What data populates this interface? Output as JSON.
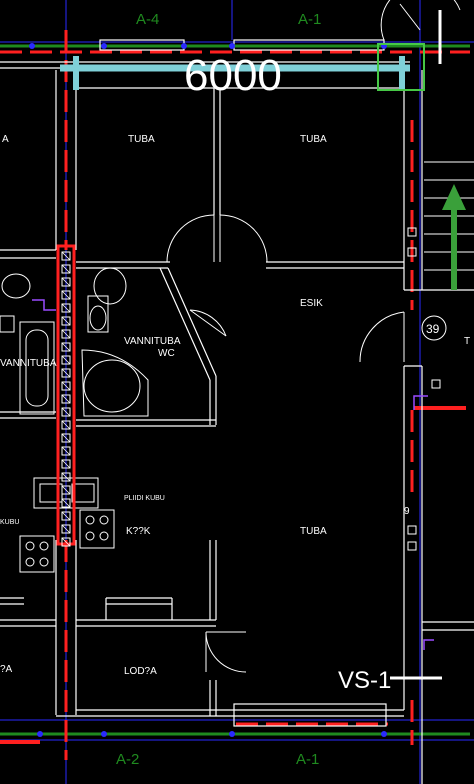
{
  "grid_axes": {
    "top": [
      "A-4",
      "A-1"
    ],
    "bottom": [
      "A-2",
      "A-1"
    ]
  },
  "dimension": "6000",
  "section_mark": "VS-1",
  "stair_marker": "39",
  "stair_letter": "T",
  "door_tag": "9",
  "rooms": {
    "tuba_left": "TUBA",
    "tuba_right": "TUBA",
    "left_edge": "A",
    "esik": "ESIK",
    "vannituba": "VANNITUBA",
    "wc": "WC",
    "vannituba_left": "VANNITUBA",
    "pliit_kubu": "PLIIDI KUBU",
    "kook": "K??K",
    "kubu_left": "KUBU",
    "tuba_big": "TUBA",
    "lodza": "LOD?A",
    "lodza_left": "?A"
  },
  "colors": {
    "background": "#000000",
    "wall": "#ffffff",
    "red_axis": "#ff2020",
    "blue_line": "#2a2aff",
    "green_axis": "#1f8a1f",
    "dim_line": "#7fd0d8",
    "arrow": "#3aa03a",
    "selection_box": "#46c846"
  }
}
